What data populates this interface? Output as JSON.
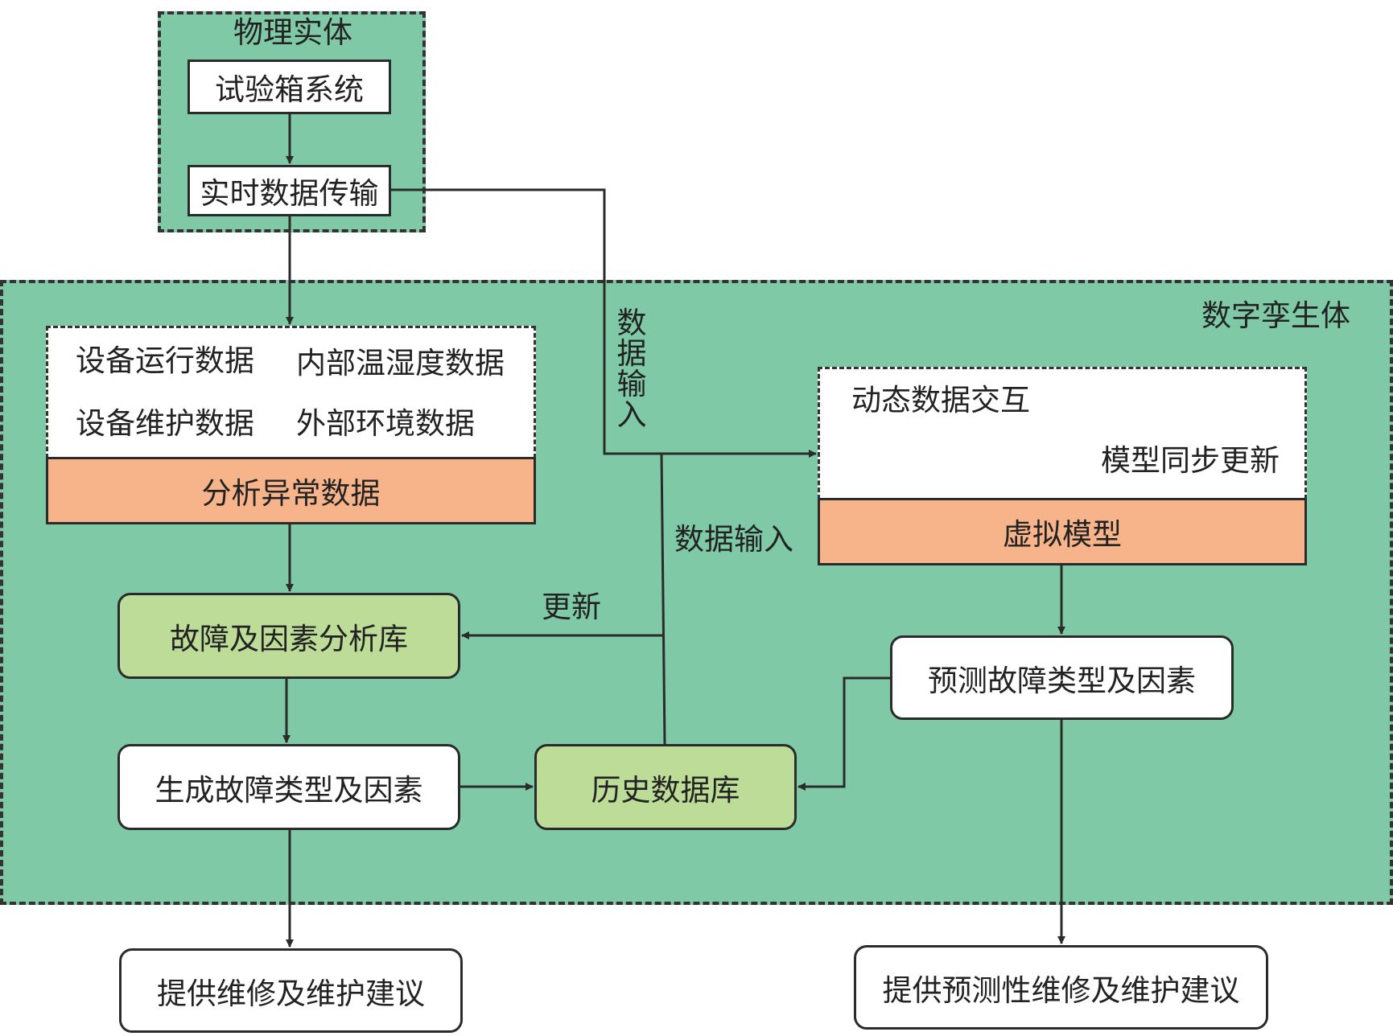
{
  "colors": {
    "region_fill": "#7fc9a7",
    "orange_band": "#f7b48b",
    "light_green_box": "#bcdc98",
    "border": "#2b2b2b"
  },
  "physical_entity": {
    "title": "物理实体",
    "test_box_system": "试验箱系统",
    "realtime_transfer": "实时数据传输"
  },
  "digital_twin": {
    "title": "数字孪生体",
    "data_box": {
      "equipment_operation": "设备运行数据",
      "internal_temp_humidity": "内部温湿度数据",
      "equipment_maintenance": "设备维护数据",
      "external_environment": "外部环境数据",
      "band": "分析异常数据"
    },
    "fault_factor_library": "故障及因素分析库",
    "generate_fault": "生成故障类型及因素",
    "history_db": "历史数据库",
    "virtual_box": {
      "dynamic_interaction": "动态数据交互",
      "model_sync": "模型同步更新",
      "band": "虚拟模型"
    },
    "predict_fault": "预测故障类型及因素"
  },
  "labels": {
    "data_input_vertical": [
      "数",
      "据",
      "输",
      "入"
    ],
    "data_input": "数据输入",
    "update": "更新"
  },
  "outputs": {
    "repair_advice": "提供维修及维护建议",
    "predictive_advice": "提供预测性维修及维护建议"
  }
}
